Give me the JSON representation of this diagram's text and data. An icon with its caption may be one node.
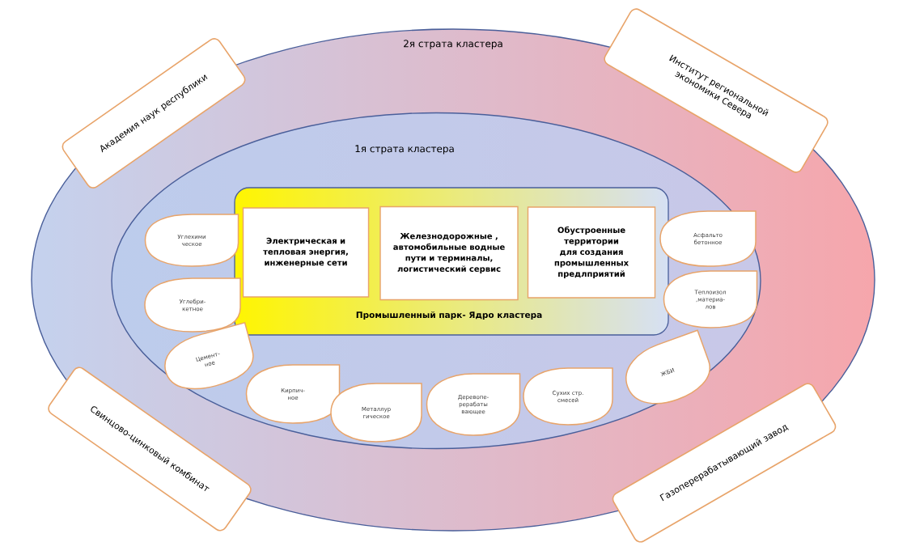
{
  "diagram": {
    "nodes": [
      {
        "text": [
          "2я страта кластера"
        ]
      },
      {
        "text": [
          "Академия наук республики"
        ],
        "in": 0
      },
      {
        "text": [
          "Институт региональной экономики Севера"
        ],
        "in": 0
      },
      {
        "text": [
          "1я страта кластера"
        ],
        "in": 0
      },
      {
        "text": [
          "Промышленный парк- Ядро кластера"
        ],
        "in": 3
      },
      {
        "text": [
          "Электрическая и тепловая энергия, инженерные сети"
        ],
        "in": 4
      },
      {
        "text": [
          "Железнодорожные , автомобильные водные пути и терминалы, логистический сервис"
        ],
        "in": 4
      },
      {
        "text": [
          "Обустроенные территории для создания промышленных предлприятий"
        ],
        "in": 4
      },
      {
        "text": [
          "Углехими ческое"
        ],
        "in": 3
      },
      {
        "text": [
          "Асфальто бетонное"
        ],
        "in": 3
      },
      {
        "text": [
          "Углебри- кетное"
        ],
        "in": 3
      },
      {
        "text": [
          "Теплоизол ,материа- лов"
        ],
        "in": 3
      },
      {
        "text": [
          "Цемент- ное"
        ],
        "in": 3
      },
      {
        "text": [
          "ЖБИ"
        ],
        "in": 3
      },
      {
        "text": [
          "Кирпич- ное"
        ],
        "in": 3
      },
      {
        "text": [
          "Металлур гическое"
        ],
        "in": 3
      },
      {
        "text": [
          "Деревопе- рерабаты вающее"
        ],
        "in": 3
      },
      {
        "text": [
          "Сухих стр. смесей"
        ],
        "in": 3
      },
      {
        "text": [
          "Свинцово-цинковый комбинат"
        ],
        "in": 0
      },
      {
        "text": [
          "Газоперерабатывающий завод"
        ],
        "in": 0
      }
    ]
  }
}
